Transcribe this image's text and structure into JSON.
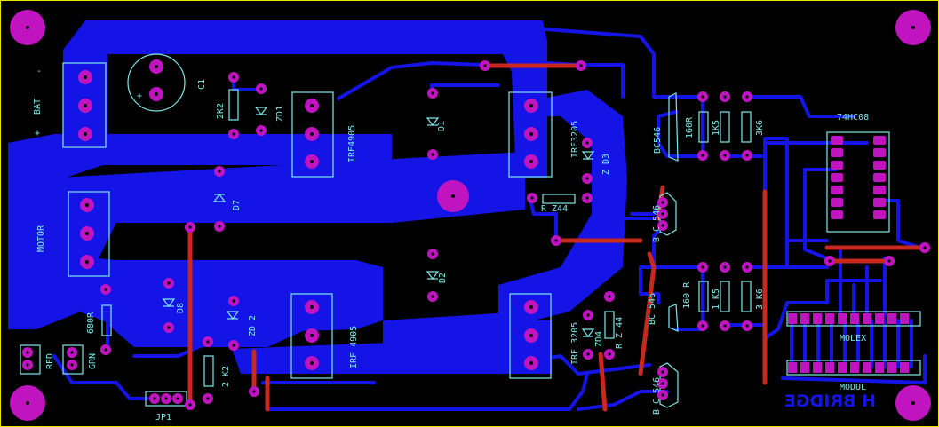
{
  "board": {
    "title_mirrored": "H BRIDGE",
    "colors": {
      "background": "#000000",
      "copper_bottom": "#1414e6",
      "copper_top": "#c8281e",
      "pad": "#c014c0",
      "silkscreen": "#7fe8e8",
      "board_edge": "#e8e400"
    }
  },
  "labels": {
    "bat": "BAT",
    "bat_plus": "+",
    "bat_minus": "-",
    "motor": "MOTOR",
    "c1": "C1",
    "c1_plus": "+",
    "r_2k2": "2K2",
    "zd1": "ZD1",
    "irf4905_top": "IRF4905",
    "d1": "D1",
    "irf3205_top": "IRF3205",
    "zd3": "Z D3",
    "r_z44_top": "R Z44",
    "d7": "D7",
    "d2": "D2",
    "d8": "D8",
    "r_680": "680R",
    "red": "RED",
    "grn": "GRN",
    "zd2": "ZD 2",
    "r_2k2b": "2 K2",
    "irf4905_bot": "IRF 4905",
    "irf3205_bot": "IRF 3205",
    "zd4": "ZD4",
    "r_z44_bot": "R Z 44",
    "jp1": "JP1",
    "bc546_1": "BC546",
    "r160_1": "160R",
    "r1k5_1": "1K5",
    "r3k6_1": "3K6",
    "bc546_2": "B C 546",
    "bc546_3": "BC 546",
    "r160_2": "160 R",
    "r1k5_2": "1 K5",
    "r3k6_2": "3 K6",
    "bc546_4": "B C 546",
    "ic": "74HC08",
    "molex": "MOLEX",
    "modul": "MODUL"
  }
}
